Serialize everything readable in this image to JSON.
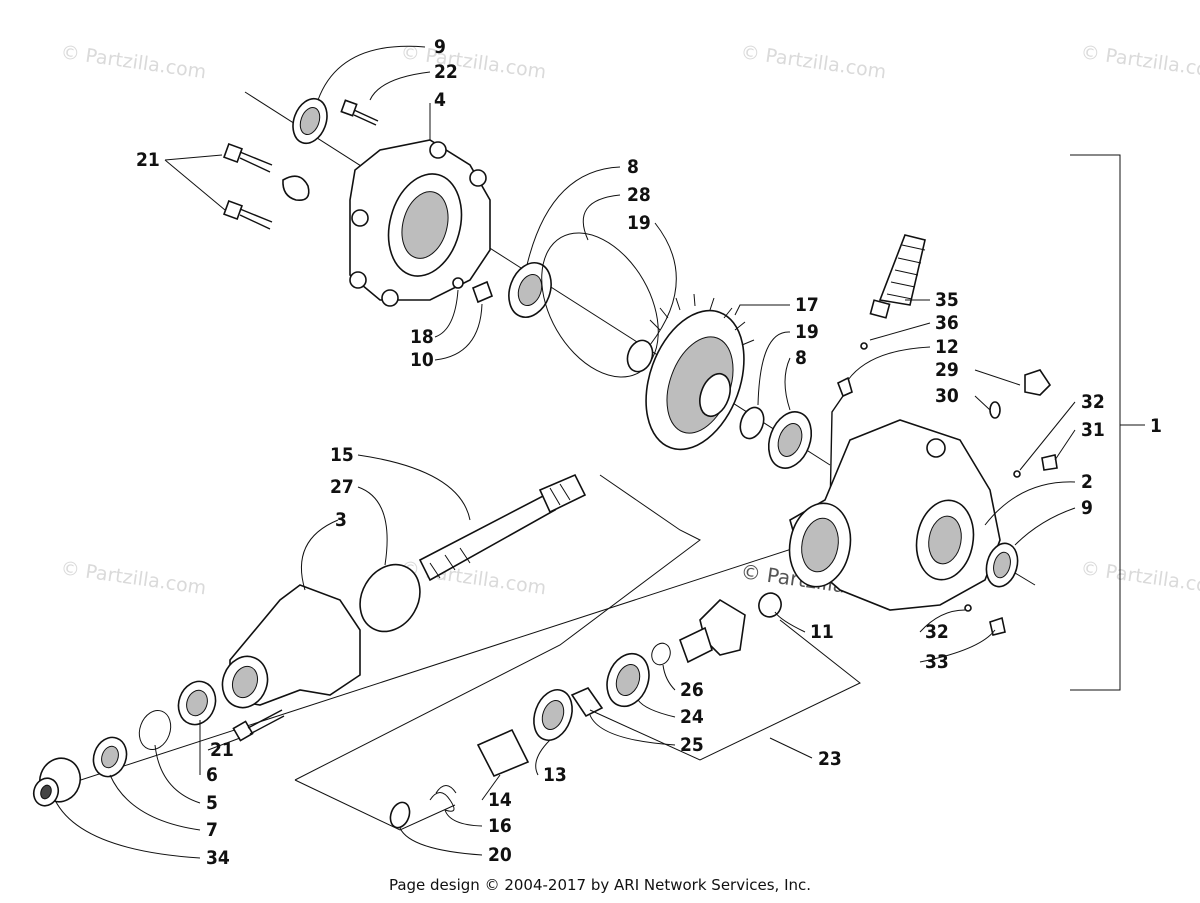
{
  "diagram": {
    "watermarks": [
      "© Partzilla.com",
      "© Partzilla.com",
      "© Partzilla.com",
      "© Partzilla.com",
      "© Partzilla.com",
      "© Partzilla.com",
      "© Partzilla.com"
    ],
    "center_watermark": "© Partzilla.com",
    "footer": "Page design © 2004-2017 by ARI Network Services, Inc.",
    "callouts": [
      "9",
      "22",
      "4",
      "21",
      "8",
      "28",
      "19",
      "18",
      "10",
      "17",
      "19",
      "8",
      "35",
      "36",
      "12",
      "29",
      "30",
      "32",
      "31",
      "1",
      "2",
      "9",
      "15",
      "27",
      "3",
      "11",
      "32",
      "33",
      "21",
      "6",
      "5",
      "7",
      "34",
      "26",
      "24",
      "25",
      "13",
      "14",
      "16",
      "20",
      "23"
    ]
  }
}
